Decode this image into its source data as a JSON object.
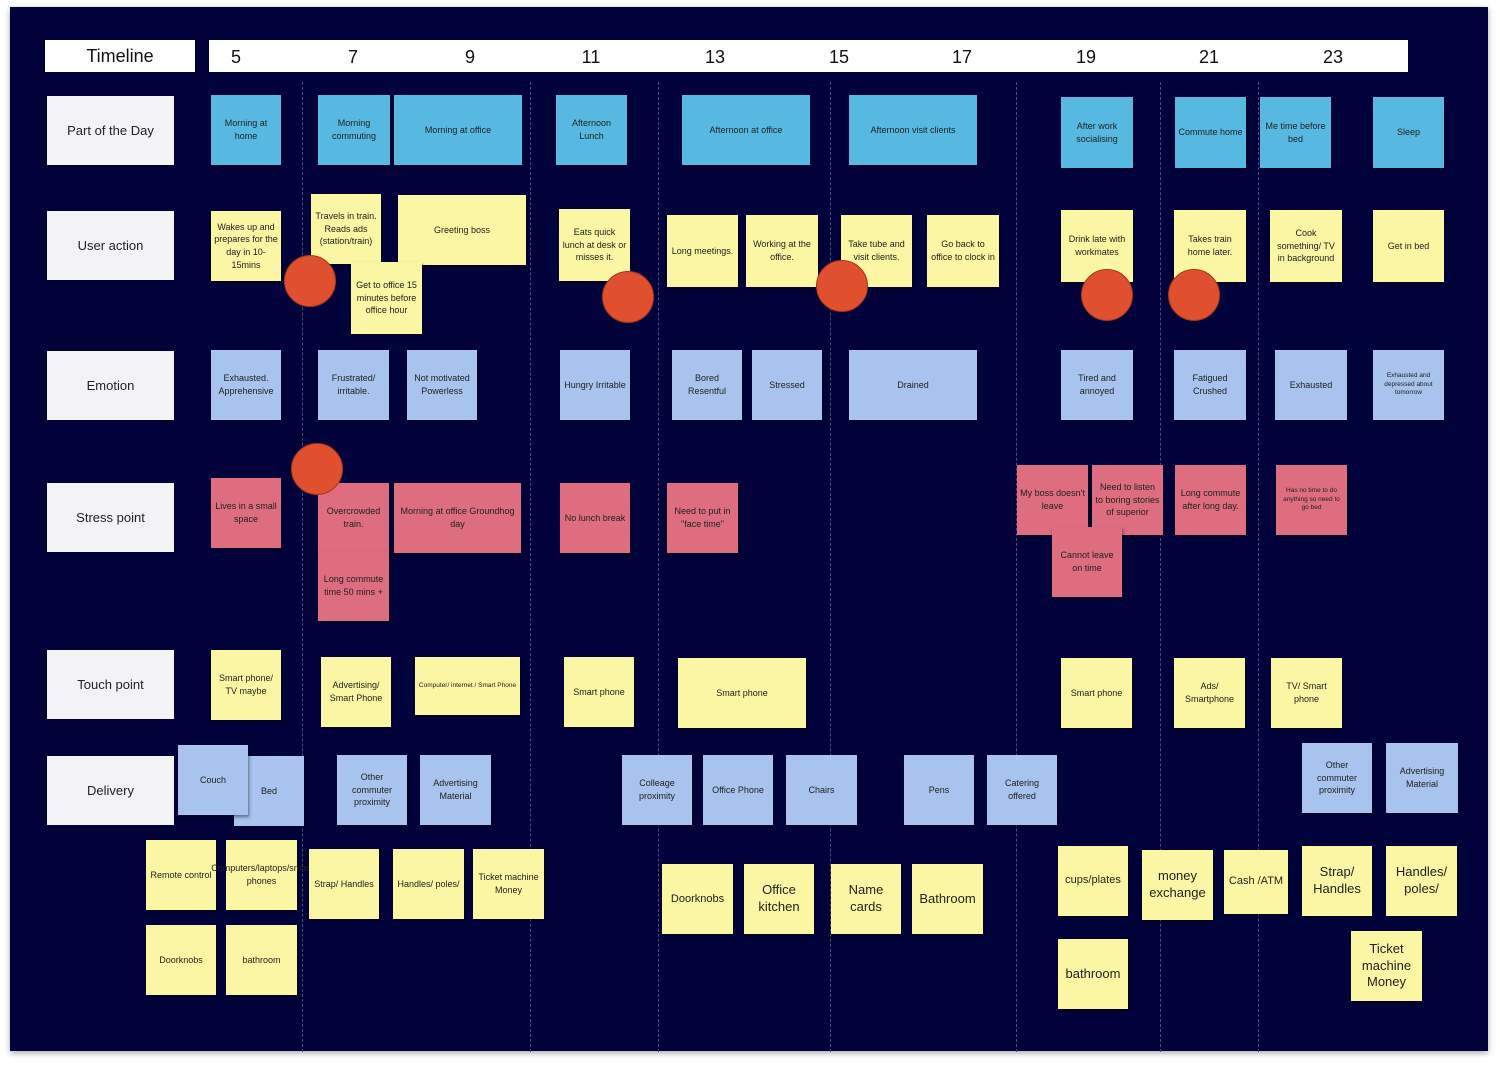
{
  "timeline": {
    "title": "Timeline",
    "ticks": [
      "5",
      "7",
      "9",
      "11",
      "13",
      "15",
      "17",
      "19",
      "21",
      "23"
    ]
  },
  "rows": {
    "part_of_day": "Part of the Day",
    "user_action": "User action",
    "emotion": "Emotion",
    "stress_point": "Stress point",
    "touch_point": "Touch point",
    "delivery": "Delivery"
  },
  "part_of_day": {
    "n1": "Morning at home",
    "n2": "Morning commuting",
    "n3": "Morning at office",
    "n4": "Afternoon Lunch",
    "n5": "Afternoon at office",
    "n6": "Afternoon visit clients",
    "n7": "After work socialising",
    "n8": "Commute home",
    "n9": "Me time before bed",
    "n10": "Sleep"
  },
  "user_action": {
    "n1": "Wakes up and prepares for the day in 10-15mins",
    "n2": "Travels in train. Reads ads (station/train)",
    "n3": "Greeting boss",
    "n4": "Get to office 15 minutes before office hour",
    "n5": "Eats quick lunch at desk or misses it.",
    "n6": "Long meetings.",
    "n7": "Working at the office.",
    "n8": "Take tube and visit clients.",
    "n9": "Go back to office to clock in",
    "n10": "Drink late with workmates",
    "n11": "Takes train home later.",
    "n12": "Cook something/ TV in background",
    "n13": "Get in bed"
  },
  "emotion": {
    "n1": "Exhausted. Apprehensive",
    "n2": "Frustrated/ irritable.",
    "n3": "Not motivated Powerless",
    "n4": "Hungry Irritable",
    "n5": "Bored Resentful",
    "n6": "Stressed",
    "n7": "Drained",
    "n8": "Tired and annoyed",
    "n9": "Fatigued Crushed",
    "n10": "Exhausted",
    "n11": "Exhausted and depressed about tomorrow"
  },
  "stress_point": {
    "n1": "Lives in a small space",
    "n2": "Overcrowded train.",
    "n3": "Morning at office Groundhog day",
    "n4": "Long commute time 50 mins +",
    "n5": "No lunch break",
    "n6": "Need to put in \"face time\"",
    "n7": "My boss doesn't leave",
    "n8": "Need to listen to boring stories of superior",
    "n9": "Cannot leave on time",
    "n10": "Long commute after long day.",
    "n11": "Has no time to do anything so need to go bed"
  },
  "touch_point": {
    "n1": "Smart phone/ TV maybe",
    "n2": "Advertising/ Smart Phone",
    "n3": "Computer/ internet / Smart Phone",
    "n4": "Smart phone",
    "n5": "Smart phone",
    "n6": "Smart phone",
    "n7": "Ads/ Smartphone",
    "n8": "TV/ Smart phone"
  },
  "delivery": {
    "n1": "Couch",
    "n2": "Bed",
    "n3": "Other commuter proximity",
    "n4": "Advertising Material",
    "n5": "Colleage proximity",
    "n6": "Office Phone",
    "n7": "Chairs",
    "n8": "Pens",
    "n9": "Catering offered",
    "n10": "Other commuter proximity",
    "n11": "Advertising Material"
  },
  "objects": {
    "n1": "Remote control",
    "n2": "Computers/laptops/smart phones",
    "n3": "Doorknobs",
    "n4": "bathroom",
    "n5": "Strap/ Handles",
    "n6": "Handles/ poles/",
    "n7": "Ticket machine Money",
    "n8": "Doorknobs",
    "n9": "Office kitchen",
    "n10": "Name cards",
    "n11": "Bathroom",
    "n12": "cups/plates",
    "n13": "bathroom",
    "n14": "money exchange",
    "n15": "Cash /ATM",
    "n16": "Strap/ Handles",
    "n17": "Handles/ poles/",
    "n18": "Ticket machine Money"
  },
  "colors": {
    "board": "#02023a",
    "blue_note": "#57b9e1",
    "yellow_note": "#fbf6a3",
    "light_blue_note": "#a7c3ee",
    "red_note": "#de6d80",
    "pain_dot": "#e0502f"
  }
}
